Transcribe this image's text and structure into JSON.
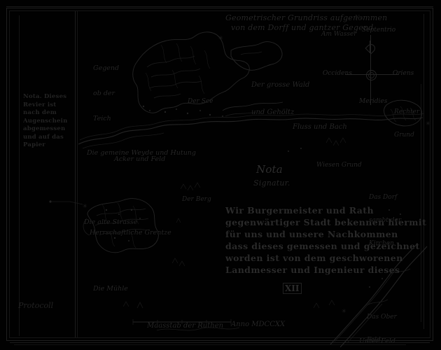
{
  "document": {
    "kind": "manuscript-map-scan",
    "condition": "very dark, low-contrast photographic scan",
    "background_color": "#010101",
    "ink_color": "#252525"
  },
  "frame": {
    "outer_rule_color": "#1f1f1f",
    "inner_rule_color": "#151515",
    "divider_color": "#1d1d1d"
  },
  "margin_panel": {
    "note_lines": [
      "Nota. Dieses",
      "Revier ist",
      "nach dem",
      "Augenschein",
      "abgemessen",
      "und auf das",
      "Papier"
    ],
    "signature": "Protocoll"
  },
  "title_block": {
    "lines": [
      "Geometrischer Grundriss aufgenommen",
      "von dem Dorff und gantzer Gegend"
    ],
    "folio": "Nr."
  },
  "compass": {
    "north": "Septentrio",
    "south": "Meridies",
    "east": "Oriens",
    "west": "Occidens",
    "center_mark": "✳"
  },
  "cartouche": {
    "heading": "Nota",
    "subheading": "Signatur.",
    "gothic_lines": [
      "Wir Burgermeister und Rath",
      "gegenwärtiger Stadt bekennen hiermit",
      "für uns und unsere Nachkommen",
      "dass dieses gemessen und gezeichnet",
      "worden ist von dem geschworenen",
      "Landmesser und Ingenieur dieses"
    ],
    "numeral": "XII"
  },
  "map_labels": [
    {
      "id": "label-gegend-ob-der-teich",
      "lines": [
        "Gegend",
        "ob der",
        "Teich"
      ]
    },
    {
      "id": "label-grosser-wald",
      "lines": [
        "Der grosse Wald",
        "und Gehöltz"
      ]
    },
    {
      "id": "label-der-see",
      "lines": [
        "Der See"
      ]
    },
    {
      "id": "label-fluss-und-bach",
      "lines": [
        "Fluss und Bach"
      ]
    },
    {
      "id": "label-gemeine-weyde",
      "lines": [
        "Die gemeine Weyde und Hutung"
      ]
    },
    {
      "id": "label-acker-feld",
      "lines": [
        "Acker und Feld"
      ]
    },
    {
      "id": "label-wiesen-grund",
      "lines": [
        "Wiesen Grund"
      ]
    },
    {
      "id": "label-der-berg",
      "lines": [
        "Der Berg"
      ]
    },
    {
      "id": "label-dorf-und-kirche",
      "lines": [
        "Das Dorf",
        "sambt der",
        "Kirchen"
      ]
    },
    {
      "id": "label-alte-strasse",
      "lines": [
        "Die alte Strasse"
      ]
    },
    {
      "id": "label-herrschaft-grenze",
      "lines": [
        "Herrschaftliche Grentze"
      ]
    },
    {
      "id": "label-muehle",
      "lines": [
        "Die Mühle"
      ]
    },
    {
      "id": "label-scale-bar",
      "lines": [
        "Maasstab der Ruthen"
      ]
    },
    {
      "id": "label-anno",
      "lines": [
        "Anno MDCCXX"
      ]
    },
    {
      "id": "label-rechter-grund",
      "lines": [
        "Rechter",
        "Grund"
      ]
    },
    {
      "id": "label-ober-feld",
      "lines": [
        "Das Ober",
        "Feld"
      ]
    },
    {
      "id": "label-unter-feld",
      "lines": [
        "Unter Feld"
      ]
    },
    {
      "id": "label-am-wasser",
      "lines": [
        "Am Wasser"
      ]
    }
  ]
}
